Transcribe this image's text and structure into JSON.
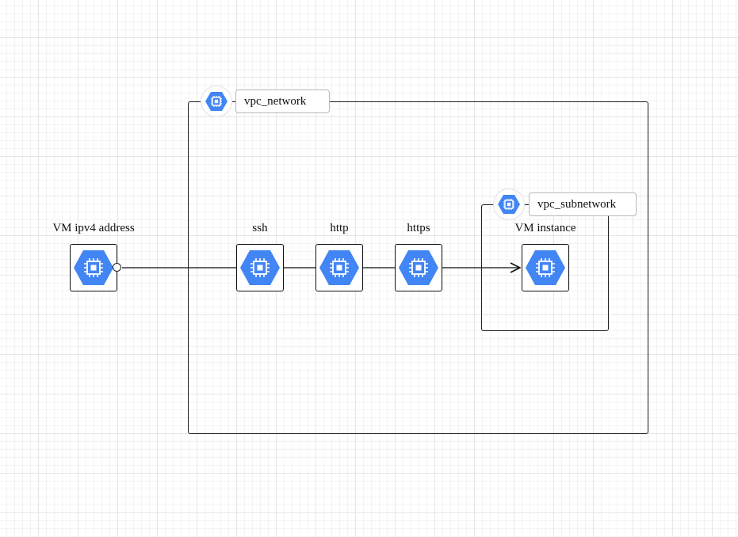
{
  "groups": {
    "vpc_network": {
      "label": "vpc_network",
      "icon": "compute-engine-icon"
    },
    "vpc_subnetwork": {
      "label": "vpc_subnetwork",
      "icon": "compute-engine-icon"
    }
  },
  "nodes": {
    "vm_ipv4": {
      "label": "VM ipv4 address",
      "icon": "compute-engine-icon"
    },
    "ssh": {
      "label": "ssh",
      "icon": "compute-engine-icon"
    },
    "http": {
      "label": "http",
      "icon": "compute-engine-icon"
    },
    "https": {
      "label": "https",
      "icon": "compute-engine-icon"
    },
    "vm_instance": {
      "label": "VM instance",
      "icon": "compute-engine-icon"
    }
  },
  "edges": [
    {
      "from": "VM ipv4 address",
      "to": "ssh"
    },
    {
      "from": "ssh",
      "to": "http"
    },
    {
      "from": "http",
      "to": "https"
    },
    {
      "from": "https",
      "to": "VM instance",
      "arrow": true
    }
  ],
  "colors": {
    "icon_fill": "#4285F4",
    "icon_glyph": "#ffffff",
    "stroke": "#111111",
    "grid": "#e6e6e6"
  }
}
